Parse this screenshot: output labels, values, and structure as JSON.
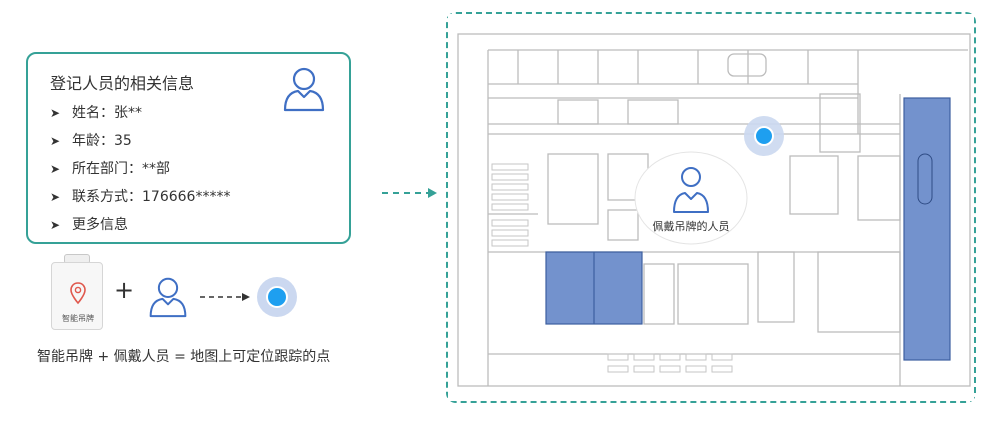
{
  "info_card": {
    "title": "登记人员的相关信息",
    "rows": [
      {
        "arrow": "➤",
        "text": "姓名：张**"
      },
      {
        "arrow": "➤",
        "text": "年龄：35"
      },
      {
        "arrow": "➤",
        "text": "所在部门：**部"
      },
      {
        "arrow": "➤",
        "text": "联系方式：176666*****"
      },
      {
        "arrow": "➤",
        "text": "更多信息"
      }
    ],
    "icon": "person-icon"
  },
  "badge": {
    "label": "智能吊牌",
    "icon": "location-pin-icon"
  },
  "operators": {
    "plus": "+"
  },
  "formula": "智能吊牌 +  佩戴人员 = 地图上可定位跟踪的点",
  "map": {
    "bubble_label": "佩戴吊牌的人员",
    "bubble_icon": "person-icon",
    "marker_icon": "location-dot-icon"
  },
  "colors": {
    "accent": "#35a197",
    "highlight_room": "#5b7fc4",
    "marker": "#1e9ff0",
    "icon_stroke": "#3f6fc4"
  }
}
